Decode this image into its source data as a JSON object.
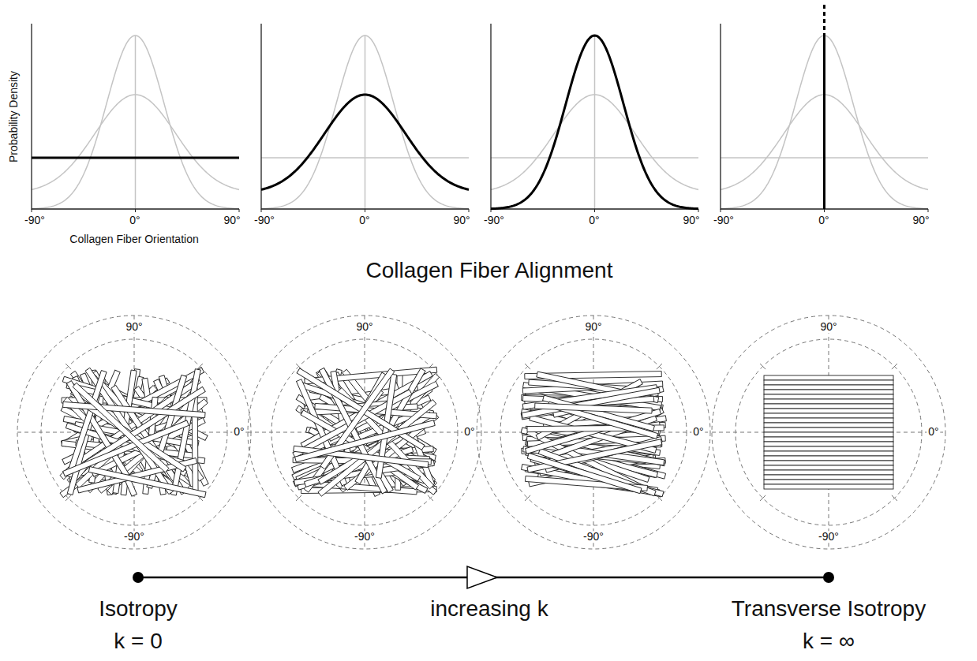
{
  "diagram": {
    "title": "Collagen Fiber Alignment",
    "labels": [
      "Probability Density",
      "Collagen Fiber Orientation",
      "-90°",
      "0°",
      "90°",
      "-90°",
      "0°",
      "90°",
      "-90°",
      "0°",
      "90°",
      "-90°",
      "0°",
      "90°",
      "90°",
      "0°",
      "-90°",
      "90°",
      "0°",
      "-90°",
      "90°",
      "0°",
      "-90°",
      "90°",
      "0°",
      "-90°",
      "Isotropy",
      "k = 0",
      "increasing k",
      "Transverse Isotropy",
      "k = ∞"
    ]
  }
}
